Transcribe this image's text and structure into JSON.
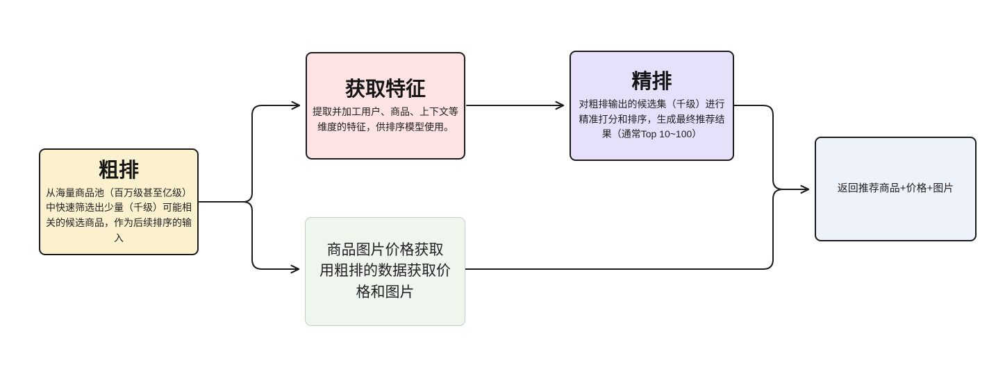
{
  "diagram": {
    "title": "recommendation-ranking-flow",
    "background_color": "#ffffff",
    "connector_color": "#1a1a1a",
    "nodes": [
      {
        "id": "coarse-rank",
        "title": "粗排",
        "body": "从海量商品池（百万级甚至亿级）中快速筛选出少量（千级）可能相关的候选商品，作为后续排序的输入",
        "fill": "#fcf1cf",
        "border": "#1a1a1a"
      },
      {
        "id": "get-features",
        "title": "获取特征",
        "body": "提取并加工用户、商品、上下文等维度的特征，供排序模型使用。",
        "fill": "#fde3e4",
        "border": "#1a1a1a"
      },
      {
        "id": "fine-rank",
        "title": "精排",
        "body": "对粗排输出的候选集（千级）进行精准打分和排序，生成最终推荐结果（通常Top 10~100）",
        "fill": "#e6e0fb",
        "border": "#1a1a1a"
      },
      {
        "id": "product-image-price",
        "title": "商品图片价格获取",
        "body": "用粗排的数据获取价格和图片",
        "fill": "#eef6ee",
        "border": "#c3d1c3"
      },
      {
        "id": "return-result",
        "title": "返回推荐商品+价格+图片",
        "body": "",
        "fill": "#edf2fb",
        "border": "#1a1a1a"
      }
    ],
    "edges": [
      {
        "from": "coarse-rank",
        "to": "get-features"
      },
      {
        "from": "coarse-rank",
        "to": "product-image-price"
      },
      {
        "from": "get-features",
        "to": "fine-rank"
      },
      {
        "from": "fine-rank",
        "to": "return-result"
      },
      {
        "from": "product-image-price",
        "to": "return-result"
      }
    ]
  }
}
